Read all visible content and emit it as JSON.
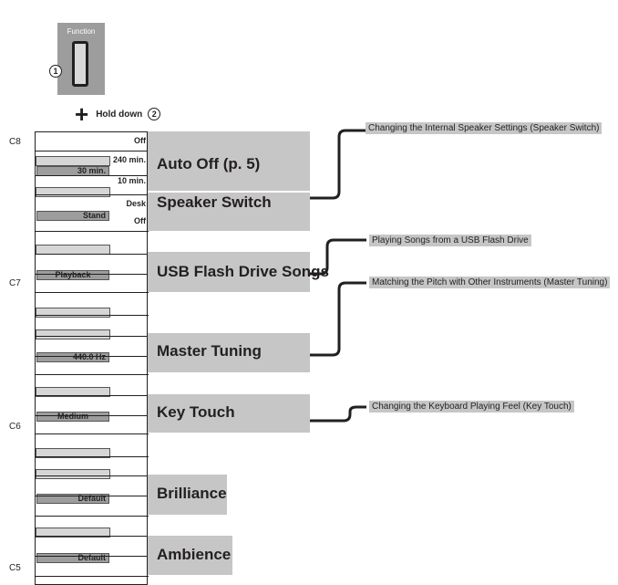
{
  "function_button": {
    "label": "Function",
    "step": "1"
  },
  "hold": {
    "label": "Hold down",
    "step": "2"
  },
  "octaves": [
    "C8",
    "C7",
    "C6",
    "C5"
  ],
  "keys": {
    "off": "Off",
    "min240": "240 min.",
    "min30": "30 min.",
    "min10": "10 min.",
    "desk": "Desk",
    "stand": "Stand",
    "off2": "Off",
    "plus": "+",
    "minus": "–",
    "playback": "Playback",
    "tuning": "440.0 Hz",
    "touch": "Medium",
    "brilliance": "Default",
    "ambience": "Default"
  },
  "functions": {
    "auto_off": "Auto Off (p. 5)",
    "speaker_switch": "Speaker Switch",
    "usb_songs": "USB Flash Drive Songs",
    "master_tuning": "Master Tuning",
    "key_touch": "Key Touch",
    "brilliance": "Brilliance",
    "ambience": "Ambience"
  },
  "callouts": {
    "speaker": "Changing the Internal Speaker Settings (Speaker Switch)",
    "usb": "Playing Songs from a USB Flash Drive",
    "tuning": "Matching the Pitch with Other Instruments (Master Tuning)",
    "touch": "Changing the Keyboard Playing Feel (Key Touch)"
  }
}
